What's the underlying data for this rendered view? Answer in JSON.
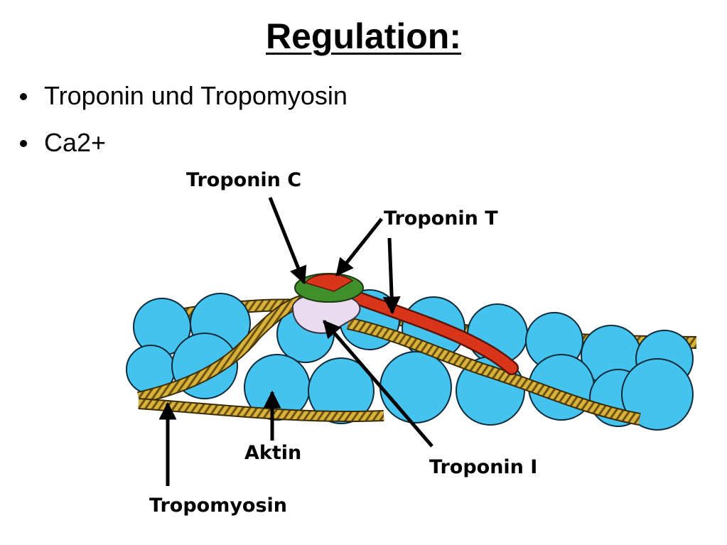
{
  "slide": {
    "title": "Regulation:",
    "bullets": [
      "Troponin und Tropomyosin",
      "Ca2+"
    ]
  },
  "diagram": {
    "labels": {
      "troponin_c": "Troponin C",
      "troponin_t": "Troponin T",
      "troponin_i": "Troponin I",
      "aktin": "Aktin",
      "tropomyosin": "Tropomyosin"
    },
    "colors": {
      "actin": "#45c3ef",
      "actin_outline": "#0a2a3a",
      "tropomyosin": "#d9b23a",
      "troponin_c_green": "#3f8f2a",
      "troponin_red": "#d8351b",
      "troponin_i": "#e8dcee"
    }
  }
}
